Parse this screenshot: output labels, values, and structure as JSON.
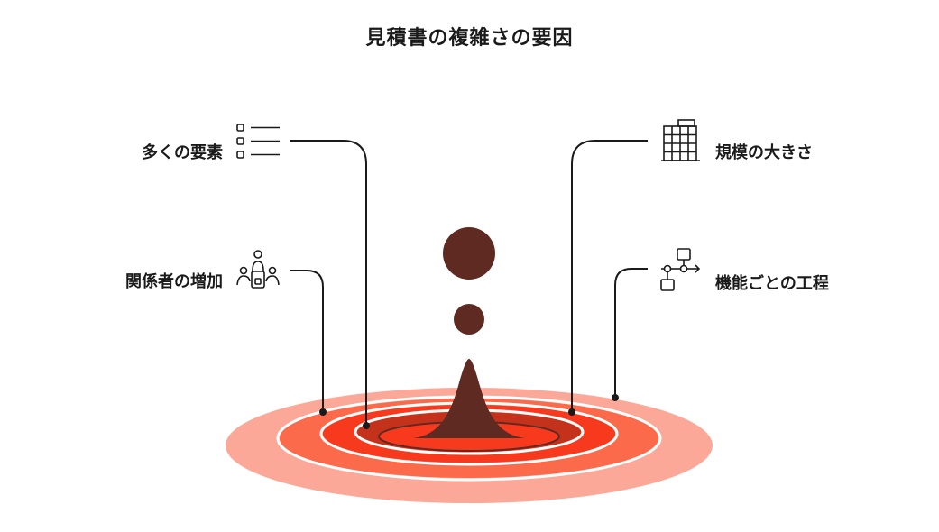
{
  "title": "見積書の複雑さの要因",
  "factors": {
    "many_elements": "多くの要素",
    "more_stakeholders": "関係者の増加",
    "scale": "規模の大きさ",
    "per_function_effort": "機能ごとの工程"
  },
  "icons": {
    "many_elements": "checklist-icon",
    "more_stakeholders": "people-group-icon",
    "scale": "building-icon",
    "per_function_effort": "flowchart-icon"
  },
  "colors": {
    "ring_outer": "#fca898",
    "ring_mid": "#fb6a4a",
    "ring_inner": "#f7391e",
    "ring_core": "#c4321c",
    "drop": "#5e2a22",
    "line": "#1a1a1a"
  }
}
